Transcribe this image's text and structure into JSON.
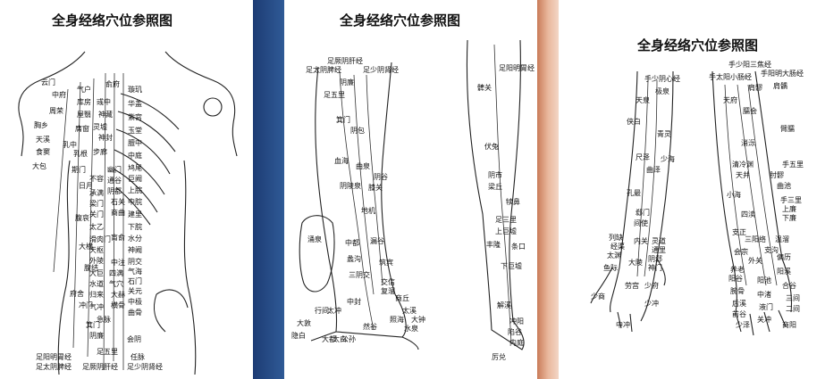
{
  "panels": [
    {
      "title": "全身经络穴位参照图",
      "labels": [
        "云门",
        "中府",
        "周荣",
        "胸乡",
        "天溪",
        "食窦",
        "大包",
        "气户",
        "库房",
        "屋翳",
        "膺窗",
        "乳中",
        "乳根",
        "俞府",
        "彧中",
        "神藏",
        "灵墟",
        "神封",
        "步廊",
        "璇玑",
        "华盖",
        "紫宫",
        "玉堂",
        "膻中",
        "中庭",
        "鸠尾",
        "巨阙",
        "上脘",
        "中脘",
        "建里",
        "下脘",
        "水分",
        "神阙",
        "阴交",
        "气海",
        "石门",
        "关元",
        "中极",
        "曲骨",
        "期门",
        "日月",
        "腹哀",
        "大横",
        "腹结",
        "府舍",
        "冲门",
        "不容",
        "承满",
        "梁门",
        "关门",
        "太乙",
        "滑肉门",
        "天枢",
        "外陵",
        "大巨",
        "水道",
        "归来",
        "气冲",
        "幽门",
        "通谷",
        "阴都",
        "石关",
        "商曲",
        "肓俞",
        "中注",
        "四满",
        "气穴",
        "大赫",
        "横骨",
        "急脉",
        "阴廉",
        "足五里",
        "箕门",
        "会阴",
        "足阳明胃经",
        "足太阴脾经",
        "足少阴肾经",
        "足厥阴肝经",
        "任脉"
      ]
    },
    {
      "title": "全身经络穴位参照图",
      "labels": [
        "足厥阴肝经",
        "足太阴脾经",
        "足少阴肾经",
        "阴廉",
        "足五里",
        "箕门",
        "阴包",
        "血海",
        "曲泉",
        "阴谷",
        "阴陵泉",
        "膝关",
        "地机",
        "中都",
        "漏谷",
        "筑宾",
        "蠡沟",
        "三阴交",
        "交信",
        "复溜",
        "商丘",
        "中封",
        "太溪",
        "照海",
        "大钟",
        "水泉",
        "然谷",
        "行间",
        "太冲",
        "大敦",
        "隐白",
        "大都",
        "太白",
        "公孙",
        "涌泉",
        "足阳明胃经",
        "髀关",
        "伏兔",
        "阴市",
        "梁丘",
        "犊鼻",
        "足三里",
        "上巨墟",
        "丰隆",
        "条口",
        "下巨墟",
        "解溪",
        "冲阳",
        "陷谷",
        "内庭",
        "厉兑"
      ]
    },
    {
      "title": "全身经络穴位参照图",
      "labels": [
        "手少阴心经",
        "手少阳三焦经",
        "手太阳小肠经",
        "手阳明大肠经",
        "极泉",
        "青灵",
        "少海",
        "灵道",
        "通里",
        "阴郄",
        "神门",
        "少府",
        "少冲",
        "尺泽",
        "孔最",
        "列缺",
        "经渠",
        "太渊",
        "鱼际",
        "少商",
        "曲泽",
        "郄门",
        "间使",
        "内关",
        "大陵",
        "劳宫",
        "中冲",
        "天泉",
        "天府",
        "侠白",
        "肩髎",
        "肩髃",
        "臑会",
        "臂臑",
        "消泺",
        "清冷渊",
        "天井",
        "四渎",
        "三阳络",
        "支正",
        "会宗",
        "外关",
        "支沟",
        "阳池",
        "中渚",
        "液门",
        "关冲",
        "小海",
        "养老",
        "阳谷",
        "腕骨",
        "后溪",
        "前谷",
        "少泽",
        "手五里",
        "肘髎",
        "曲池",
        "手三里",
        "上廉",
        "下廉",
        "温溜",
        "偏历",
        "阳溪",
        "合谷",
        "三间",
        "二间",
        "商阳"
      ]
    }
  ]
}
